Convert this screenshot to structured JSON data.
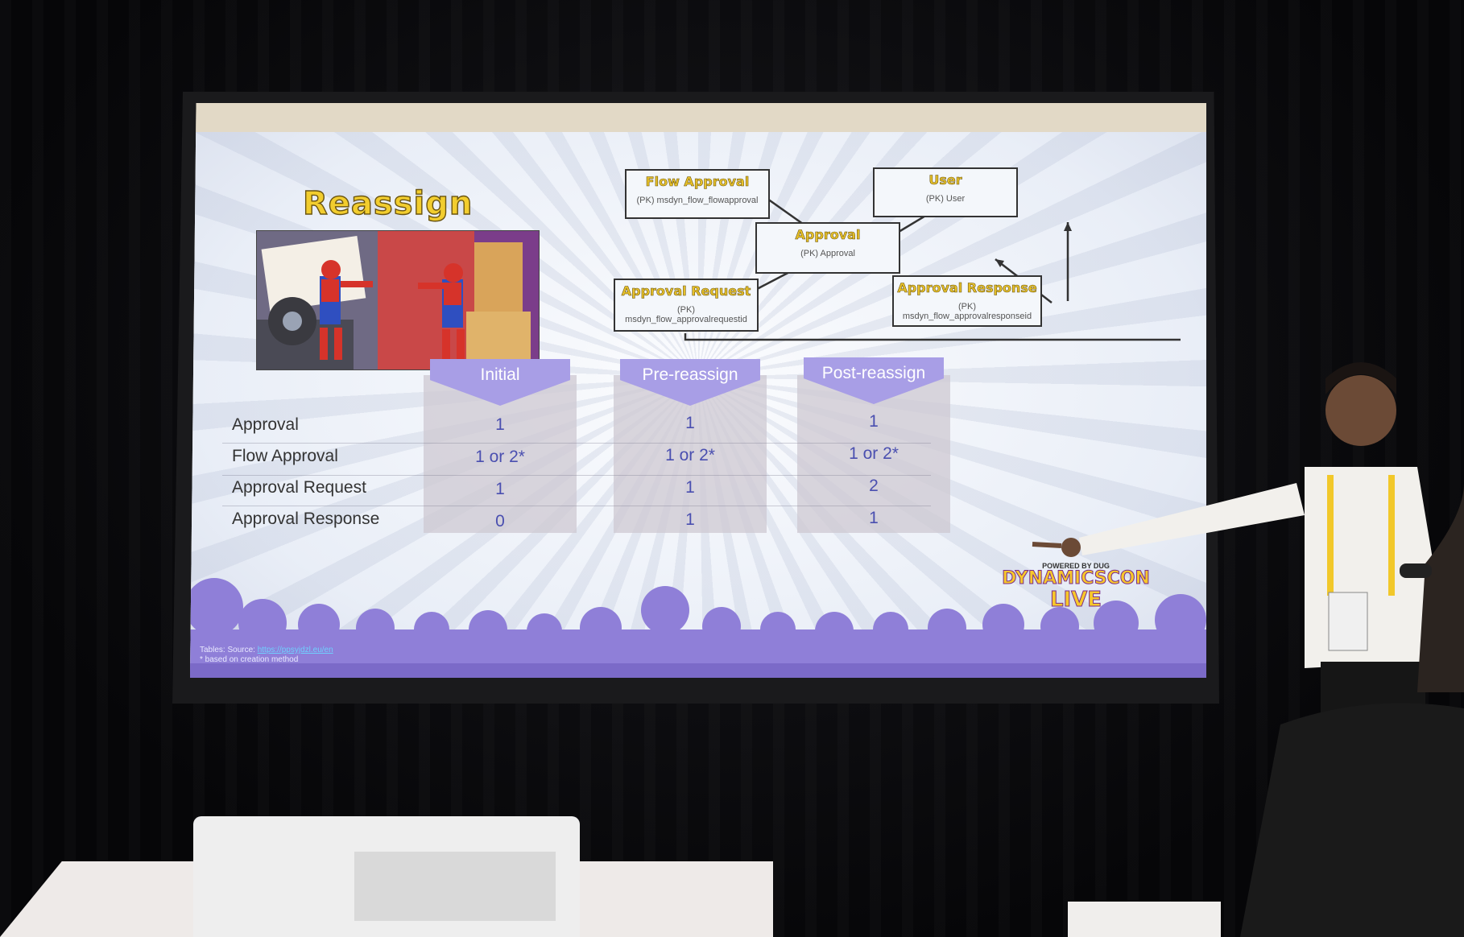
{
  "slide": {
    "title": "Reassign",
    "diagram": {
      "entities": [
        {
          "name": "Flow Approval",
          "key": "(PK) msdyn_flow_flowapproval"
        },
        {
          "name": "User",
          "key": "(PK) User"
        },
        {
          "name": "Approval",
          "key": "(PK) Approval"
        },
        {
          "name": "Approval Request",
          "key": "(PK) msdyn_flow_approvalrequestid"
        },
        {
          "name": "Approval Response",
          "key": "(PK) msdyn_flow_approvalresponseid"
        }
      ]
    },
    "table": {
      "columns": [
        "Initial",
        "Pre-reassign",
        "Post-reassign"
      ],
      "rows": [
        {
          "label": "Approval",
          "values": [
            "1",
            "1",
            "1"
          ]
        },
        {
          "label": "Flow Approval",
          "values": [
            "1 or 2*",
            "1 or 2*",
            "1 or 2*"
          ]
        },
        {
          "label": "Approval Request",
          "values": [
            "1",
            "1",
            "2"
          ]
        },
        {
          "label": "Approval Response",
          "values": [
            "0",
            "1",
            "1"
          ]
        }
      ]
    },
    "footer": {
      "source_prefix": "Tables: Source:",
      "source_link": "https://ppsyjdzl.eu/en",
      "note": "* based on creation method"
    },
    "logo": {
      "powered_by": "POWERED BY DUG",
      "line1": "DYNAMICSCON",
      "line2": "LIVE"
    },
    "colors": {
      "title_yellow": "#f2cd2e",
      "header_purple": "#a89ee6",
      "value_blue": "#4a4fb0",
      "cloud_purple": "#8f7fd8"
    }
  }
}
